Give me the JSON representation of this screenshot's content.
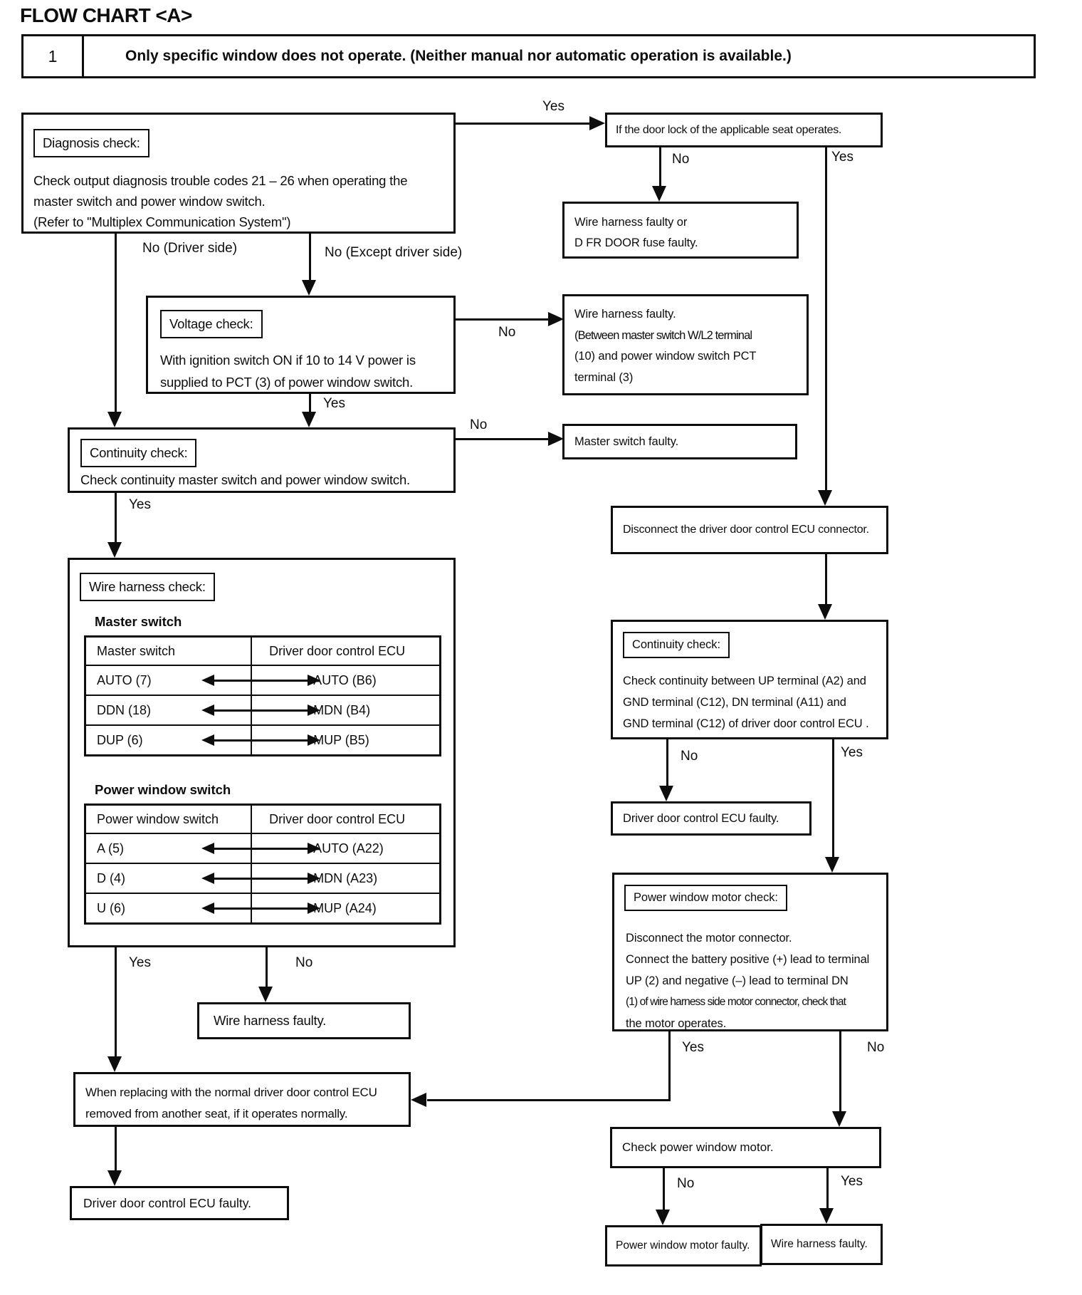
{
  "colors": {
    "ink": "#0d0d0d",
    "paper": "#ffffff"
  },
  "title": "FLOW CHART <A>",
  "header": {
    "number": "1",
    "label": "Only specific window does not operate. (Neither manual nor automatic operation is available.)"
  },
  "labels": {
    "yes": "Yes",
    "no": "No",
    "no_driver": "No (Driver side)",
    "no_except": "No (Except driver side)"
  },
  "diagnosis": {
    "tag": "Diagnosis check:",
    "line1": "Check output diagnosis trouble codes 21 – 26 when operating the",
    "line2": "master switch and power window switch.",
    "line3": "(Refer to \"Multiplex Communication System\")"
  },
  "voltage": {
    "tag": "Voltage check:",
    "line1": "With ignition switch ON if 10 to 14 V power is",
    "line2": "supplied to PCT (3) of power window switch."
  },
  "continuity": {
    "tag": "Continuity check:",
    "line1": "Check continuity master switch and power window switch."
  },
  "master_switch_faulty": "Master switch faulty.",
  "wire_harness_check": {
    "tag": "Wire harness check:",
    "section1": "Master switch",
    "table1": {
      "col1": "Master switch",
      "col2": "Driver door control ECU",
      "rows": [
        [
          "AUTO (7)",
          "AUTO (B6)"
        ],
        [
          "DDN (18)",
          "MDN (B4)"
        ],
        [
          "DUP (6)",
          "MUP (B5)"
        ]
      ]
    },
    "section2": "Power window switch",
    "table2": {
      "col1": "Power window switch",
      "col2": "Driver door control ECU",
      "rows": [
        [
          "A (5)",
          "AUTO (A22)"
        ],
        [
          "D (4)",
          "MDN (A23)"
        ],
        [
          "U (6)",
          "MUP (A24)"
        ]
      ]
    }
  },
  "wire_harness_faulty": "Wire harness faulty.",
  "when_replacing": {
    "line1": "When replacing with the normal driver door control ECU",
    "line2": "removed from another seat, if it operates normally."
  },
  "ecu_faulty_left": "Driver door control ECU faulty.",
  "door_lock": "If the door lock of the applicable seat operates.",
  "fuse_faulty": {
    "line1": "Wire harness faulty or",
    "line2": "D FR DOOR fuse faulty."
  },
  "wire_harness2": {
    "line1": "Wire harness faulty.",
    "line2": "(Between master switch W/L2 terminal",
    "line3": "(10) and power window switch PCT",
    "line4": "terminal (3)"
  },
  "disconnect": "Disconnect the driver door control ECU connector.",
  "continuity2": {
    "tag": "Continuity check:",
    "line1": "Check continuity between UP terminal (A2) and",
    "line2": "GND terminal (C12), DN terminal (A11) and",
    "line3": "GND terminal (C12) of driver door control ECU ."
  },
  "ecu_faulty_right": "Driver door control ECU faulty.",
  "motor_check": {
    "tag": "Power window motor check:",
    "line1": "Disconnect the motor connector.",
    "line2": "Connect the battery positive (+) lead to terminal",
    "line3": "UP (2) and negative (–) lead to terminal DN",
    "line4": "(1) of wire harness side motor connector, check that",
    "line5": "the motor operates."
  },
  "check_motor": "Check power window motor.",
  "motor_faulty": "Power window motor faulty.",
  "wire_harness_faulty2": "Wire harness faulty."
}
